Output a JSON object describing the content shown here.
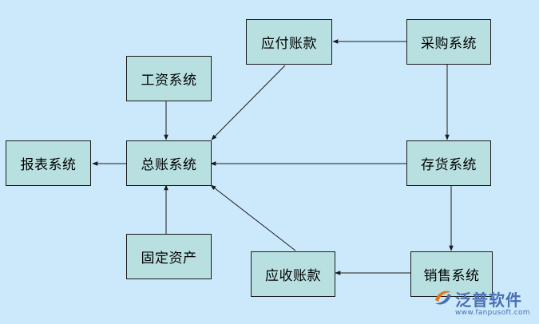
{
  "nodes": {
    "payable": "应付账款",
    "purchase": "采购系统",
    "salary": "工资系统",
    "report": "报表系统",
    "ledger": "总账系统",
    "inventory": "存货系统",
    "fixed_assets": "固定资产",
    "receivable": "应收账款",
    "sales": "销售系统"
  },
  "logo": {
    "brand": "泛普软件",
    "url": "www.fanpusoft.com"
  },
  "colors": {
    "background": "#cce9fb",
    "node_fill": "#b9e0e1",
    "border": "#1a1a1a",
    "logo": "#4a6fb3"
  }
}
